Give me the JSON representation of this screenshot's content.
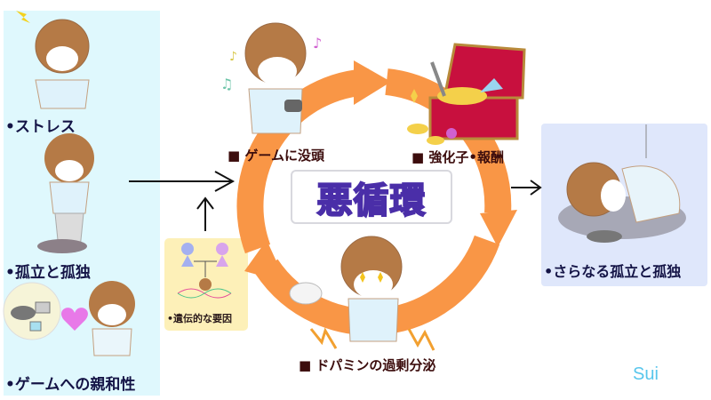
{
  "title": "悪循環",
  "left_panel": {
    "bg_color": "#dff8fd",
    "items": [
      {
        "label": "•ストレス",
        "icon": "stressed-person-icon"
      },
      {
        "label": "•孤立と孤独",
        "icon": "lonely-person-icon"
      },
      {
        "label": "•ゲームへの親和性",
        "icon": "game-affinity-icon"
      }
    ]
  },
  "genetic_factor": {
    "label": "•遺伝的な要因",
    "bg_color": "#fdf0b8",
    "icon": "dna-heredity-icon"
  },
  "cycle": {
    "color": "#f99646",
    "steps": [
      {
        "label": "■ ゲームに没頭",
        "icon": "gaming-person-icon"
      },
      {
        "label": "■ 強化子•報酬",
        "icon": "treasure-chest-icon"
      },
      {
        "label": "■ ドパミンの過剰分泌",
        "icon": "excited-person-icon"
      }
    ]
  },
  "result": {
    "label": "•さらなる孤立と孤独",
    "bg_color": "#dfe7fb",
    "icon": "collapsed-person-icon"
  },
  "signature": "Sui"
}
